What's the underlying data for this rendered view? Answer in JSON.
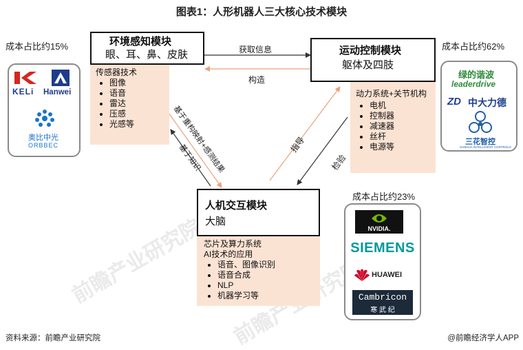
{
  "title": "图表1：人形机器人三大核心技术模块",
  "modules": {
    "perception": {
      "title": "环境感知模块",
      "subtitle": "眼、耳、鼻、皮肤",
      "heading": "传感器技术",
      "items": [
        "图像",
        "语音",
        "雷达",
        "压感",
        "光感等"
      ],
      "cost": "成本占比约15%"
    },
    "motion": {
      "title": "运动控制模块",
      "subtitle": "躯体及四肢",
      "heading": "动力系统+关节机构",
      "items": [
        "电机",
        "控制器",
        "减速器",
        "丝杆",
        "电源等"
      ],
      "cost": "成本占比约62%"
    },
    "interaction": {
      "title": "人机交互模块",
      "subtitle": "大脑",
      "heading1": "芯片及算力系统",
      "heading2": "AI技术的应用",
      "items": [
        "语音、图像识别",
        "语音合成",
        "NLP",
        "机器学习等"
      ],
      "cost": "成本占比约23%"
    }
  },
  "arrows": {
    "get_info": "获取信息",
    "construct": "构造",
    "mapping": "基于重构映射+感测结果",
    "cognition": "基于知识",
    "guide": "指导",
    "verify": "检验"
  },
  "logos": {
    "perception": {
      "keli": "KELi",
      "hanwei": "Hanwei",
      "orbbec_cn": "奥比中光",
      "orbbec_en": "ORBBEC"
    },
    "motion": {
      "lvdi_cn": "绿的谐波",
      "lvdi_en": "leaderdrive",
      "zd_mark": "ZD",
      "zd_cn": "中大力德",
      "sanhua_cn": "三花智控",
      "sanhua_en": "SANHUA INTELLIGENT CONTROLS"
    },
    "interaction": {
      "nvidia": "NVIDIA.",
      "siemens": "SIEMENS",
      "huawei": "HUAWEI",
      "cambricon_en": "Cambricon",
      "cambricon_cn": "寒 武 纪"
    }
  },
  "footer": {
    "source": "资料来源：前瞻产业研究院",
    "brand": "@前瞻经济学人APP"
  },
  "watermark": "前瞻产业研究院",
  "colors": {
    "detail_fill": "#fbe3d4",
    "arrow_black": "#333333",
    "arrow_orange": "#e8a27c",
    "nvidia_green": "#76b900",
    "siemens_teal": "#009999",
    "huawei_red": "#cf0a2c",
    "lvdi_green": "#2e8b3a",
    "zd_navy": "#1f3f8f",
    "sanhua_blue": "#1f5fa8",
    "keli_red": "#d7261e",
    "hanwei_blue": "#1e3c8c",
    "orbbec_blue": "#1a73c8"
  }
}
